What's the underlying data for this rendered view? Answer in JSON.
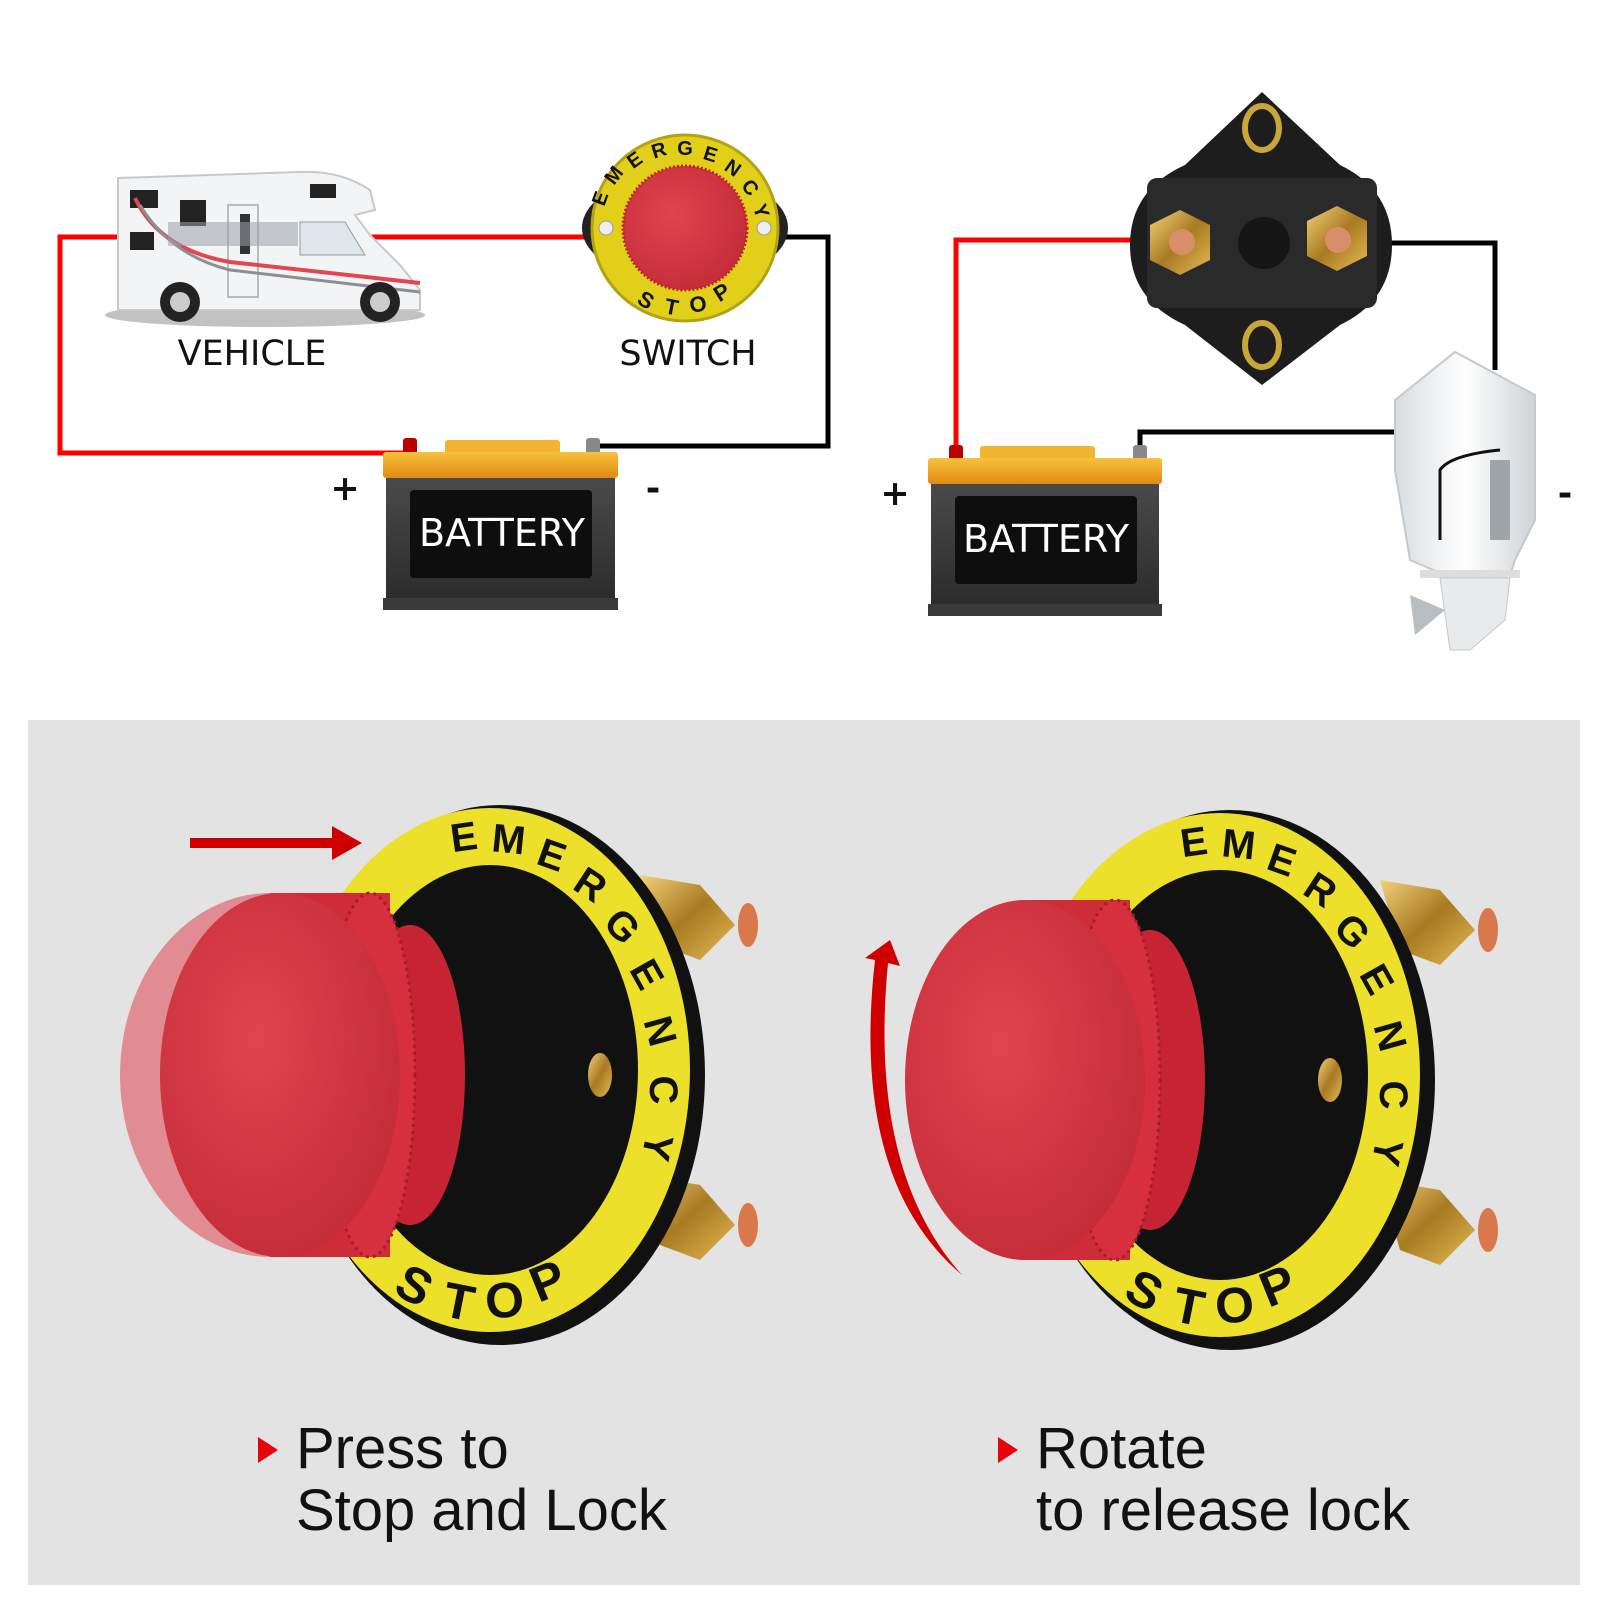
{
  "diagram": {
    "vehicle_label": "VEHICLE",
    "switch_label": "SWITCH",
    "battery_label": "BATTERY",
    "plus": "+",
    "minus": "-",
    "switch_ring_top": "EMERGENCY",
    "switch_ring_bottom": "STOP",
    "positive_wire_color": "#ff0000",
    "negative_wire_color": "#000000"
  },
  "usage": {
    "press": {
      "line1": "Press to",
      "line2": "Stop and Lock"
    },
    "rotate": {
      "line1": "Rotate",
      "line2": "to release lock"
    },
    "bullet_color": "#e8000b",
    "panel_color": "#e3e3e3"
  }
}
